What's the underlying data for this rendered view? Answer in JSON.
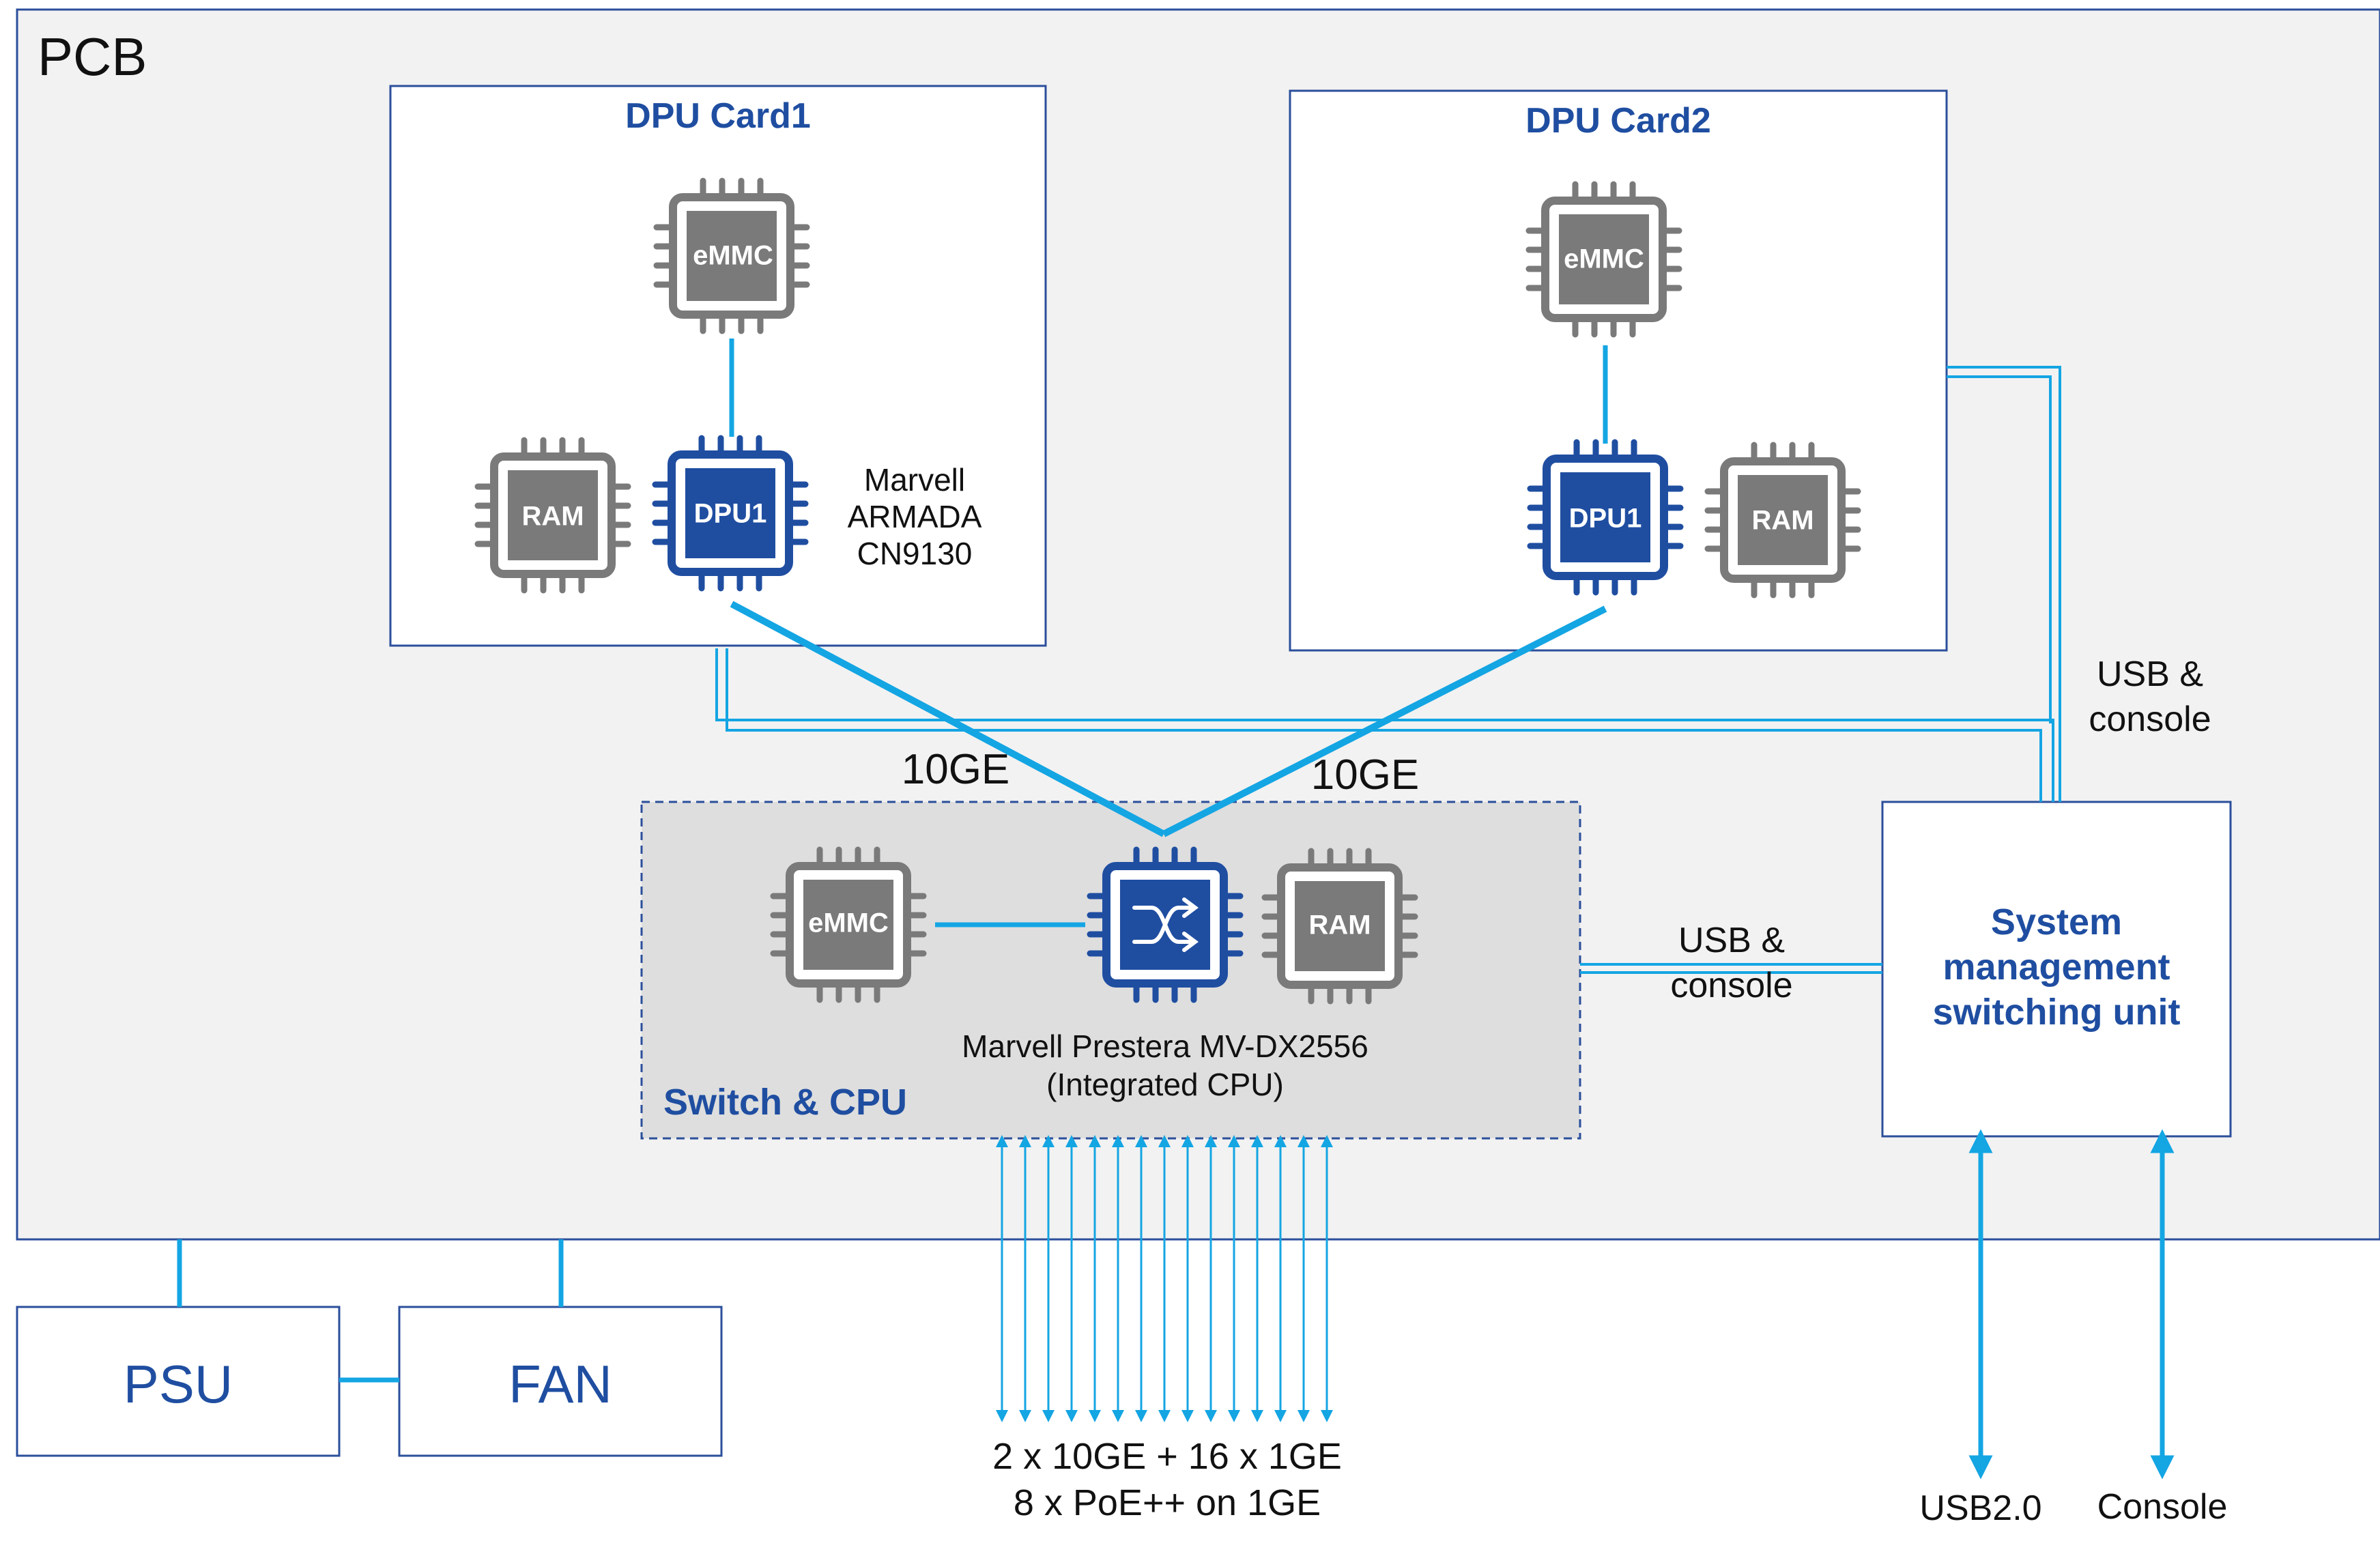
{
  "pcb": {
    "label": "PCB"
  },
  "dpu_card1": {
    "title": "DPU Card1",
    "emmc": "eMMC",
    "ram": "RAM",
    "dpu": "DPU1",
    "cpu_lines": [
      "Marvell",
      "ARMADA",
      "CN9130"
    ]
  },
  "dpu_card2": {
    "title": "DPU Card2",
    "emmc": "eMMC",
    "ram": "RAM",
    "dpu": "DPU1"
  },
  "switch_cpu": {
    "title": "Switch & CPU",
    "emmc": "eMMC",
    "ram": "RAM",
    "chip_lines": [
      "Marvell Prestera MV-DX2556",
      "(Integrated CPU)"
    ]
  },
  "links": {
    "left_10ge": "10GE",
    "right_10ge": "10GE",
    "usb_console_upper": [
      "USB &",
      "console"
    ],
    "usb_console_lower": [
      "USB &",
      "console"
    ]
  },
  "smu": {
    "lines": [
      "System",
      "management",
      "switching unit"
    ]
  },
  "psu": {
    "label": "PSU"
  },
  "fan": {
    "label": "FAN"
  },
  "ports": {
    "lines": [
      "2 x 10GE + 16 x 1GE",
      "8 x PoE++ on 1GE"
    ]
  },
  "usb2": {
    "label": "USB2.0"
  },
  "console": {
    "label": "Console"
  },
  "colors": {
    "accent_blue": "#1f4ea1",
    "link_cyan": "#14a5e3",
    "chip_gray": "#7a7a7a",
    "pcb_fill": "#f2f2f2",
    "switch_fill": "#dedede"
  }
}
